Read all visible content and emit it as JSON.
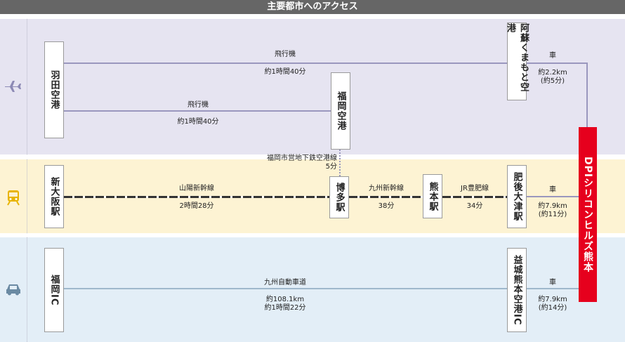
{
  "header": {
    "title": "主要都市へのアクセス"
  },
  "colors": {
    "header_bg": "#666666",
    "air_bg": "#e6e4f1",
    "rail_bg": "#fdf3d3",
    "car_bg": "#e3eef7",
    "destination": "#e6001d"
  },
  "icons": {
    "air": "airplane-icon",
    "rail": "train-icon",
    "car": "car-icon"
  },
  "nodes": {
    "haneda": "羽田空港",
    "fukuoka_airport": "福岡空港",
    "aso_kumamoto_airport": "阿蘇くまもと空港",
    "shin_osaka": "新大阪駅",
    "hakata": "博多駅",
    "kumamoto_station": "熊本駅",
    "higo_ozu": "肥後大津駅",
    "fukuoka_ic": "福岡IC",
    "mashiki_ic": "益城熊本空港IC"
  },
  "destination": "DPIシリコンヒルズ熊本",
  "routes": {
    "haneda_aso": {
      "mode": "飛行機",
      "time": "約1時間40分"
    },
    "haneda_fukuoka": {
      "mode": "飛行機",
      "time": "約1時間40分"
    },
    "fukuoka_hakata": {
      "mode": "福岡市営地下鉄空港線",
      "time": "5分"
    },
    "osaka_hakata": {
      "mode": "山陽新幹線",
      "time": "2時間28分"
    },
    "hakata_kumamoto": {
      "mode": "九州新幹線",
      "time": "38分"
    },
    "kumamoto_ozu": {
      "mode": "JR豊肥線",
      "time": "34分"
    },
    "fukuoka_mashiki": {
      "mode": "九州自動車道",
      "distance": "約108.1km",
      "time": "約1時間22分"
    },
    "aso_dest": {
      "mode": "車",
      "distance": "約2.2km",
      "time": "(約5分)"
    },
    "ozu_dest": {
      "mode": "車",
      "distance": "約7.9km",
      "time": "(約11分)"
    },
    "mashiki_dest": {
      "mode": "車",
      "distance": "約7.9km",
      "time": "(約14分)"
    }
  }
}
